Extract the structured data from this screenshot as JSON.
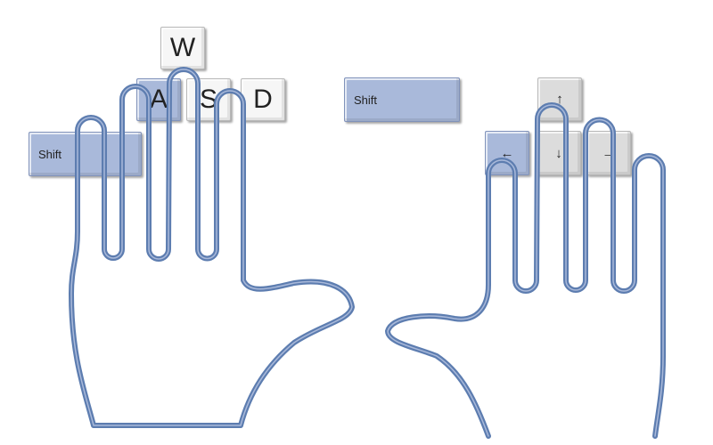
{
  "keys": {
    "w": "W",
    "a": "A",
    "s": "S",
    "d": "D",
    "shift_left": "Shift",
    "shift_right": "Shift",
    "up": "↑",
    "left": "←",
    "down": "↓",
    "right": "→"
  },
  "colors": {
    "highlight": "#a9b9da",
    "outline": "#5d7db0"
  }
}
